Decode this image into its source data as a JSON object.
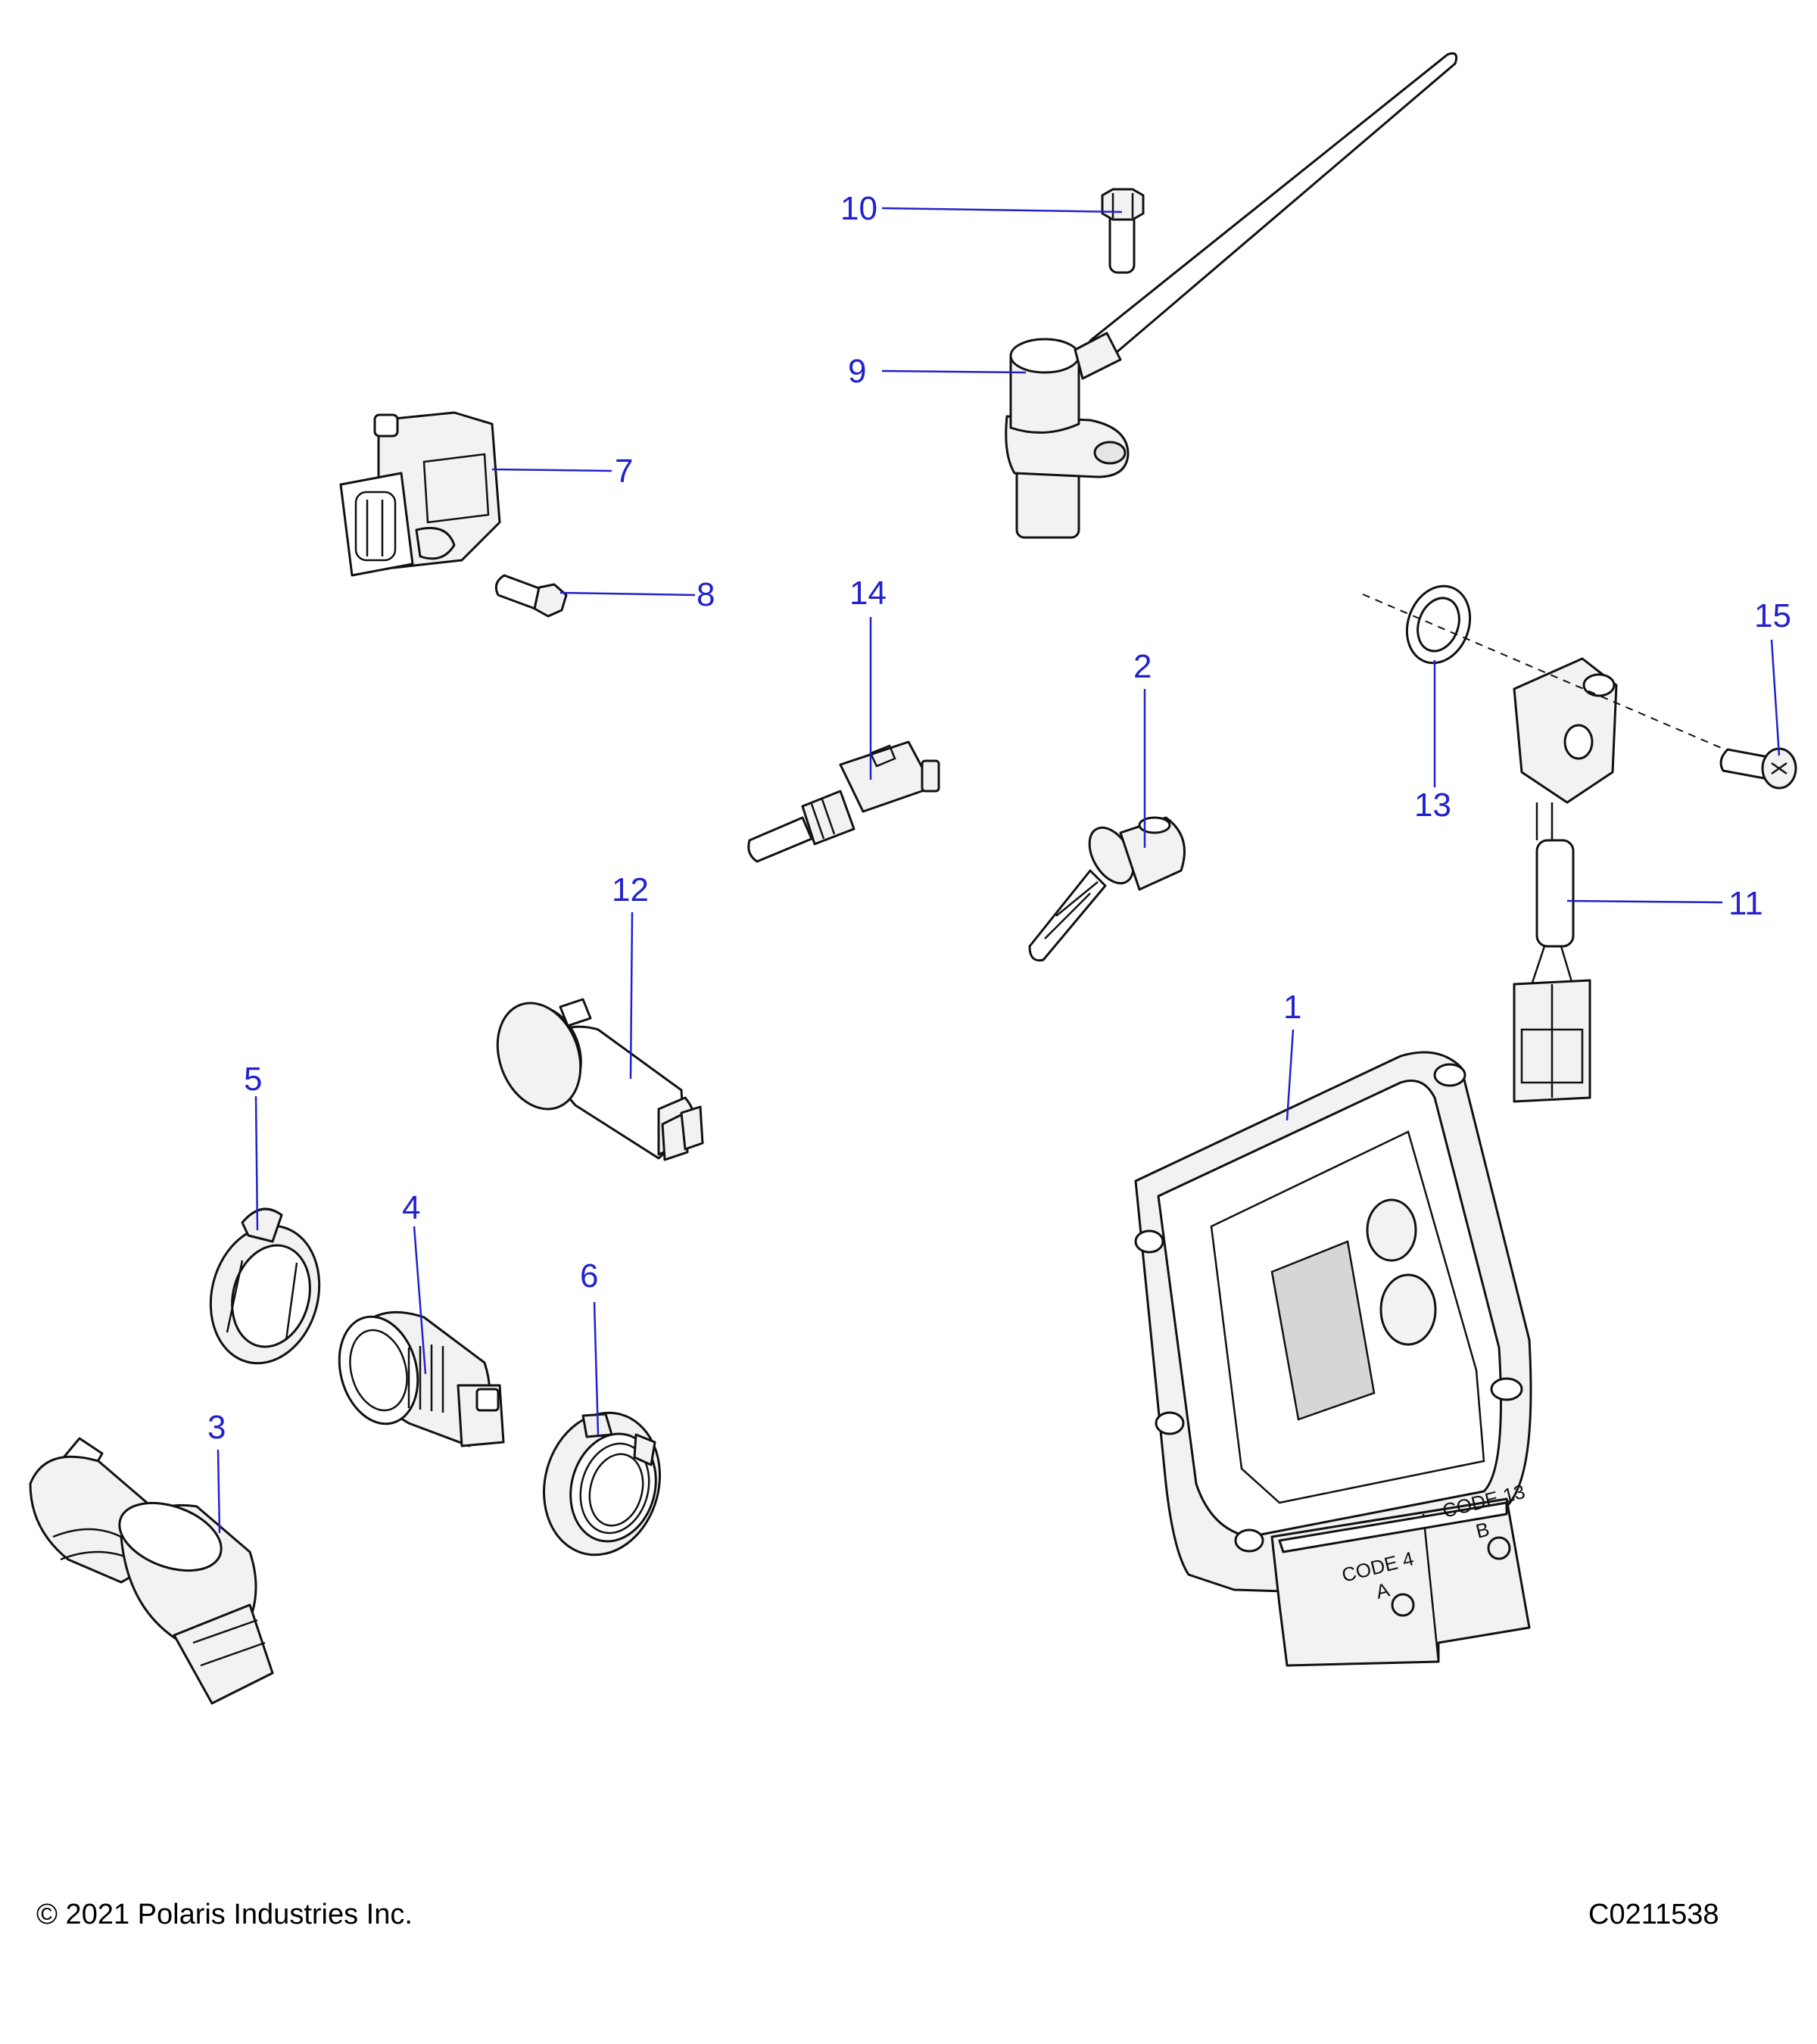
{
  "callouts": {
    "c1": "1",
    "c2": "2",
    "c3": "3",
    "c4": "4",
    "c5": "5",
    "c6": "6",
    "c7": "7",
    "c8": "8",
    "c9": "9",
    "c10": "10",
    "c11": "11",
    "c12": "12",
    "c13": "13",
    "c14": "14",
    "c15": "15"
  },
  "ecu_labels": {
    "code_a": "CODE 4",
    "letter_a": "A",
    "code_b": "CODE 13",
    "letter_b": "B"
  },
  "footer": {
    "copyright": "© 2021 Polaris Industries Inc.",
    "figure_code": "C0211538"
  },
  "colors": {
    "callout": "#2222cc",
    "line": "#111111",
    "part_fill": "#f2f2f2"
  }
}
